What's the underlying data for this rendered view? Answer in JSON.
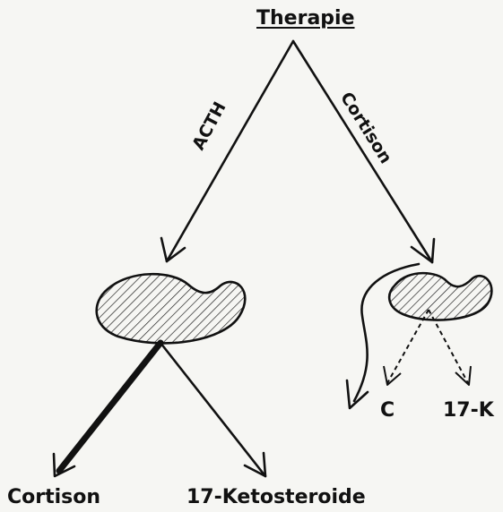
{
  "diagram": {
    "title": "Therapie",
    "left_branch_label": "ACTH",
    "right_branch_label": "Cortison",
    "left_outputs": {
      "cortison": "Cortison",
      "ketosteroide": "17-Ketosteroide"
    },
    "right_outputs": {
      "c": "C",
      "k17": "17-K"
    }
  }
}
